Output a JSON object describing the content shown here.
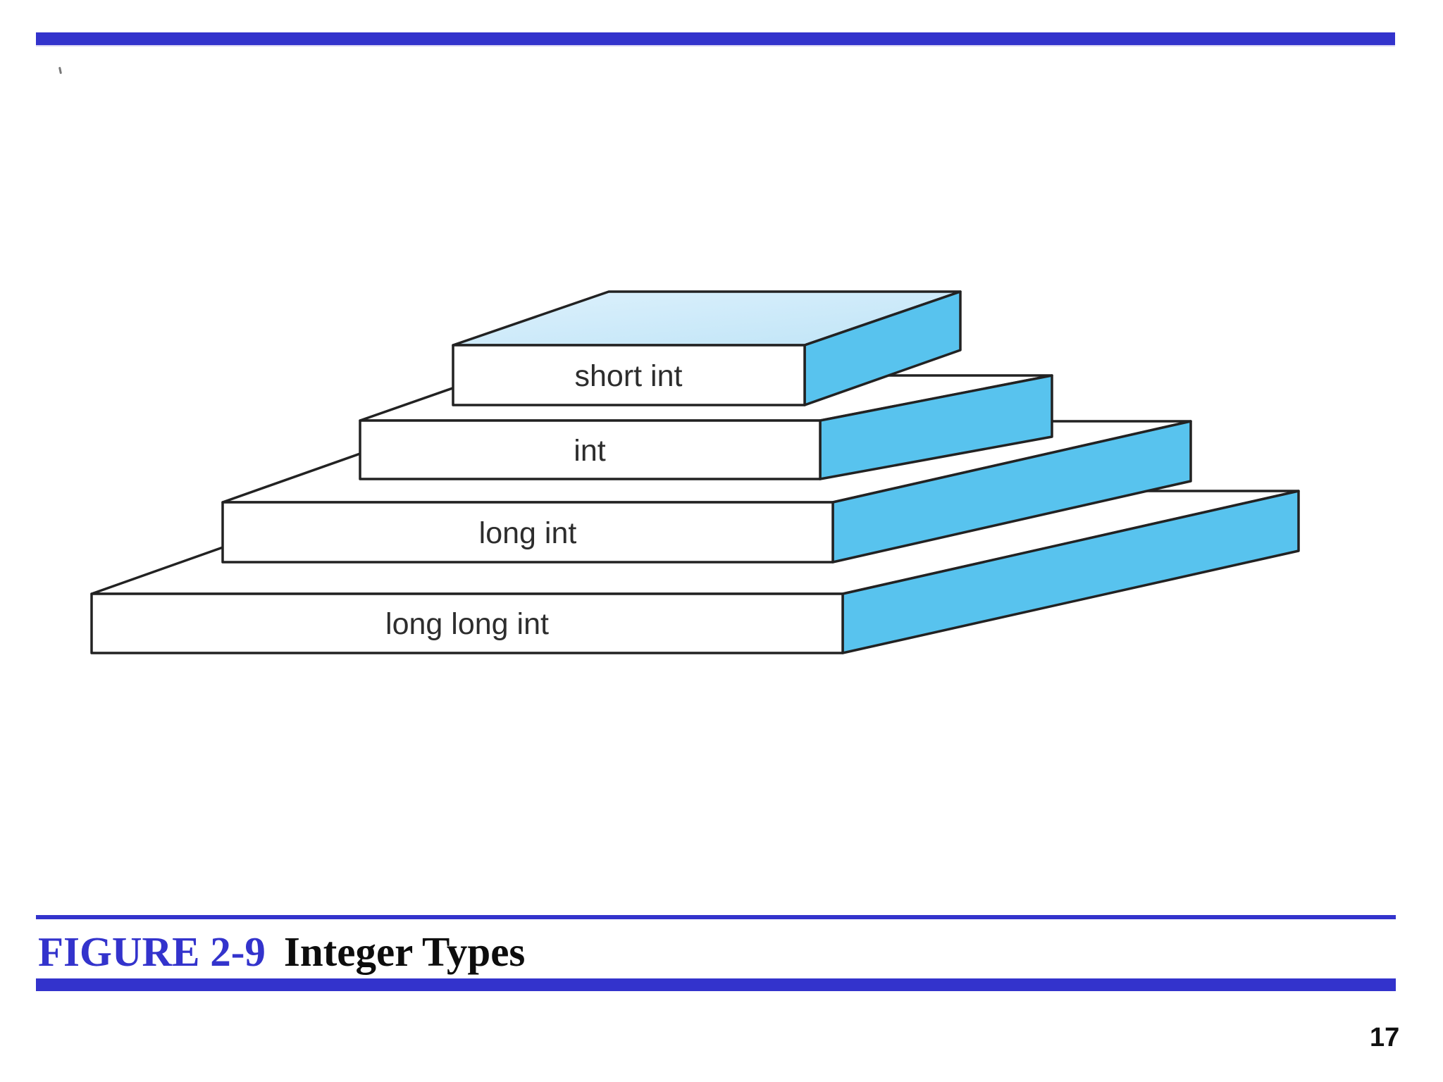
{
  "page": {
    "background_color": "#ffffff",
    "page_number": "17"
  },
  "header": {
    "top_bar_color": "#3333cc"
  },
  "diagram": {
    "description": "3D stepped pyramid of C integer types, larger types at the bottom",
    "slabs": [
      {
        "label": "short int"
      },
      {
        "label": "int"
      },
      {
        "label": "long int"
      },
      {
        "label": "long long int"
      }
    ],
    "colors": {
      "side_face": "#58c3ee",
      "top_face_highlight": "#cde9f8",
      "front_face": "#ffffff",
      "outline": "#222222",
      "label_text": "#2d2d2d"
    }
  },
  "caption": {
    "figure_label": "FIGURE 2-9",
    "figure_title": "Integer Types",
    "accent_color": "#3333cc"
  }
}
